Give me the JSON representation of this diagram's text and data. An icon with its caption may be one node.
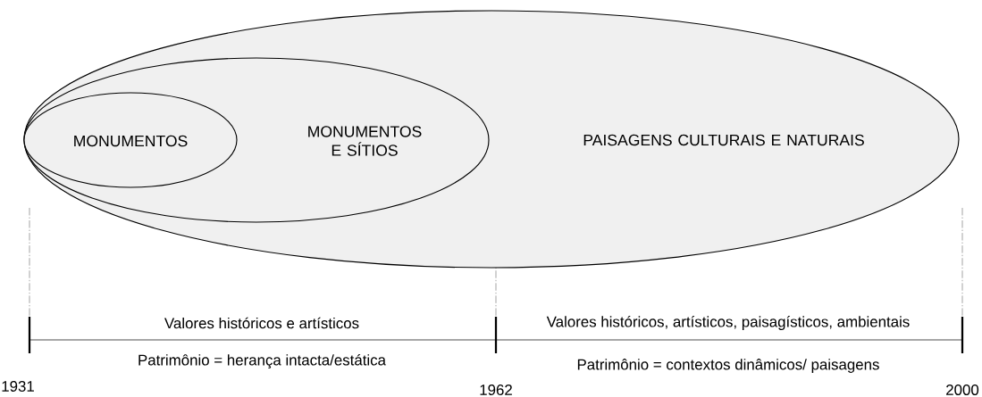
{
  "diagram": {
    "nodes": [
      {
        "text": [
          "PAISAGENS CULTURAIS E NATURAIS"
        ]
      },
      {
        "text": [
          "MONUMENTOS E SÍTIOS"
        ],
        "in": 0
      },
      {
        "text": [
          "MONUMENTOS"
        ],
        "in": 1
      }
    ],
    "labels": [
      "Valores históricos e artísticos",
      "Valores históricos, artísticos, paisagísticos, ambientais",
      "Patrimônio = herança intacta/estática",
      "Patrimônio = contextos dinâmicos/ paisagens",
      "1931",
      "1962",
      "2000"
    ]
  }
}
